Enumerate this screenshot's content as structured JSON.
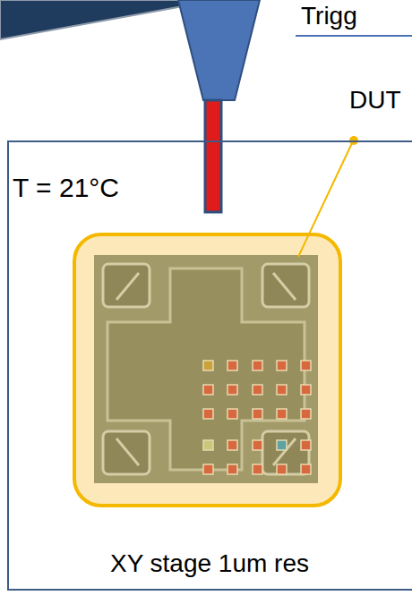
{
  "diagram": {
    "nodes": [
      {
        "text": [
          "T = 21°C",
          "XY stage 1um res"
        ]
      }
    ],
    "labels": [
      "Trigg",
      "DUT"
    ]
  }
}
